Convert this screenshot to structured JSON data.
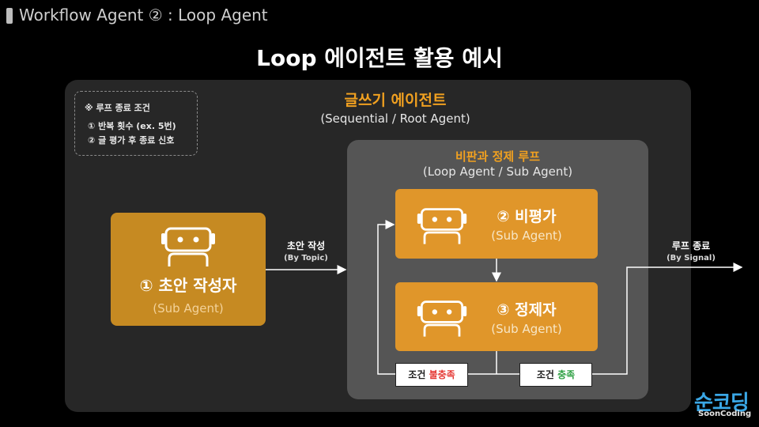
{
  "header": {
    "title": "Workflow Agent ② : Loop Agent"
  },
  "main_title": "Loop 에이전트 활용 예시",
  "conditions": {
    "title": "※ 루프 종료 조건",
    "items": [
      "① 반복 횟수 (ex. 5번)",
      "② 글 평가 후 종료 신호"
    ]
  },
  "writer_agent": {
    "title": "글쓰기 에이전트",
    "subtitle": "(Sequential / Root Agent)"
  },
  "loop_agent": {
    "title": "비판과 정제 루프",
    "subtitle": "(Loop Agent / Sub Agent)"
  },
  "agents": {
    "drafter": {
      "name": "① 초안 작성자",
      "sub": "(Sub Agent)"
    },
    "critic": {
      "name": "② 비평가",
      "sub": "(Sub Agent)"
    },
    "refiner": {
      "name": "③ 정제자",
      "sub": "(Sub Agent)"
    }
  },
  "edges": {
    "draft": {
      "label": "초안 작성",
      "sub": "(By Topic)"
    },
    "exit": {
      "label": "루프 종료",
      "sub": "(By Signal)"
    },
    "unmet": {
      "prefix": "조건 ",
      "status": "불충족"
    },
    "met": {
      "prefix": "조건 ",
      "status": "충족"
    }
  },
  "logo": {
    "main": "순코딩",
    "sub": "SoonCoding"
  },
  "colors": {
    "accent_orange": "#f0a020",
    "card_orange": "#e0962a",
    "unmet_red": "#e53935",
    "met_green": "#2ea043",
    "logo_blue": "#3aa7e6"
  }
}
